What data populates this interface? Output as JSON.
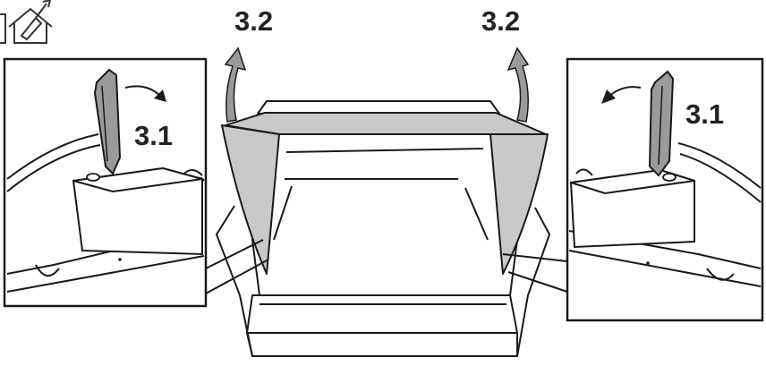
{
  "labels": {
    "step_left_lid": "3.2",
    "step_right_lid": "3.2",
    "step_left_latch": "3.1",
    "step_right_latch": "3.1"
  },
  "icons": {
    "top_left": "indoor-house-tool-icon"
  },
  "colors": {
    "line": "#1a1a1a",
    "lid_fill": "#c9c9c9",
    "arrow_fill": "#9a9a9a",
    "background": "#ffffff"
  }
}
